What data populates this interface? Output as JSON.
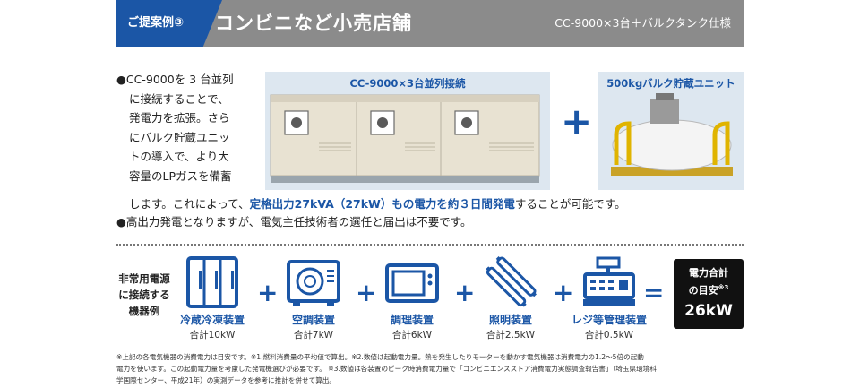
{
  "header": {
    "tag": "ご提案例③",
    "title": "コンビニなど小売店舗",
    "spec": "CC-9000×3台＋バルクタンク仕様"
  },
  "description": {
    "bullet1_lines": [
      "●CC-9000を 3 台並列",
      "に接続することで、",
      "発電力を拡張。さら",
      "にバルク貯蔵ユニッ",
      "トの導入で、より大",
      "容量のLPガスを備蓄"
    ],
    "bullet1_tail_before": "します。これによって、",
    "bullet1_highlight": "定格出力27kVA（27kW）もの電力を約３日間発電",
    "bullet1_tail_after": "することが可能です。",
    "bullet2": "●高出力発電となりますが、電気主任技術者の選任と届出は不要です。"
  },
  "photos": {
    "generators_label": "CC-9000×3台並列接続",
    "tank_label": "500kgバルク貯蔵ユニット",
    "plus": "+"
  },
  "devices_label_lines": [
    "非常用電源",
    "に接続する",
    "機器例"
  ],
  "devices": [
    {
      "icon": "refrigerator-icon",
      "name": "冷蔵冷凍装置",
      "power": "合計10kW"
    },
    {
      "icon": "air-conditioner-icon",
      "name": "空調装置",
      "power": "合計7kW"
    },
    {
      "icon": "microwave-icon",
      "name": "調理装置",
      "power": "合計6kW"
    },
    {
      "icon": "fluorescent-light-icon",
      "name": "照明装置",
      "power": "合計2.5kW"
    },
    {
      "icon": "cash-register-icon",
      "name": "レジ等管理装置",
      "power": "合計0.5kW"
    }
  ],
  "operators": {
    "plus": "+",
    "equals": "="
  },
  "total": {
    "line1": "電力合計",
    "line2": "の目安",
    "note_mark": "※3",
    "value": "26kW"
  },
  "notes": [
    "※上記の各電気機器の消費電力は目安です。※1.燃料消費量の平均値で算出。※2.数値は起動電力量。熱を発生したりモーターを動かす電気機器は消費電力の1.2～5倍の起動",
    "電力を使います。この起動電力量を考慮した発電機選びが必要です。 ※3.数値は各装置のピーク時消費電力量で「コンビニエンスストア消費電力実態調査報告書」（埼玉県環境科",
    "学国際センター、平成21年）の実測データを参考に推計を併せて算出。"
  ],
  "colors": {
    "accent": "#1b56a6",
    "header_bg": "#8b8b8b",
    "photo_bg": "#dde7f0"
  }
}
